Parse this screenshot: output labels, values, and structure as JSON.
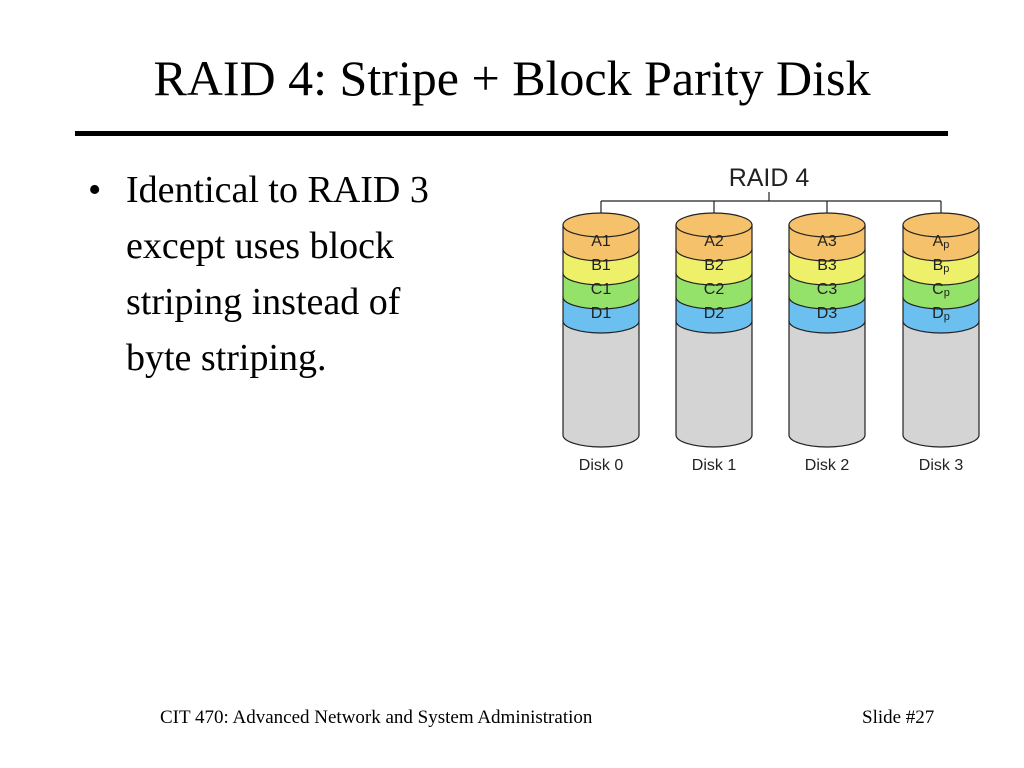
{
  "slide": {
    "title": "RAID 4: Stripe + Block Parity Disk",
    "bullets": [
      {
        "marker": "•",
        "lines": [
          "Identical to RAID 3",
          "except uses block",
          "striping instead of",
          "byte striping."
        ]
      }
    ],
    "footer": {
      "course": "CIT 470: Advanced Network and System Administration",
      "slide_number": "Slide #27"
    }
  },
  "diagram": {
    "title": "RAID 4",
    "colors": {
      "row_a": "#f5c26b",
      "row_b": "#eef06a",
      "row_c": "#95e26a",
      "row_d": "#6cc0ef",
      "disk_body": "#d4d4d4",
      "outline": "#222222"
    },
    "disks": [
      {
        "label": "Disk 0",
        "blocks": [
          {
            "text": "A1",
            "sub": ""
          },
          {
            "text": "B1",
            "sub": ""
          },
          {
            "text": "C1",
            "sub": ""
          },
          {
            "text": "D1",
            "sub": ""
          }
        ]
      },
      {
        "label": "Disk 1",
        "blocks": [
          {
            "text": "A2",
            "sub": ""
          },
          {
            "text": "B2",
            "sub": ""
          },
          {
            "text": "C2",
            "sub": ""
          },
          {
            "text": "D2",
            "sub": ""
          }
        ]
      },
      {
        "label": "Disk 2",
        "blocks": [
          {
            "text": "A3",
            "sub": ""
          },
          {
            "text": "B3",
            "sub": ""
          },
          {
            "text": "C3",
            "sub": ""
          },
          {
            "text": "D3",
            "sub": ""
          }
        ]
      },
      {
        "label": "Disk 3",
        "blocks": [
          {
            "text": "A",
            "sub": "p"
          },
          {
            "text": "B",
            "sub": "p"
          },
          {
            "text": "C",
            "sub": "p"
          },
          {
            "text": "D",
            "sub": "p"
          }
        ]
      }
    ]
  }
}
